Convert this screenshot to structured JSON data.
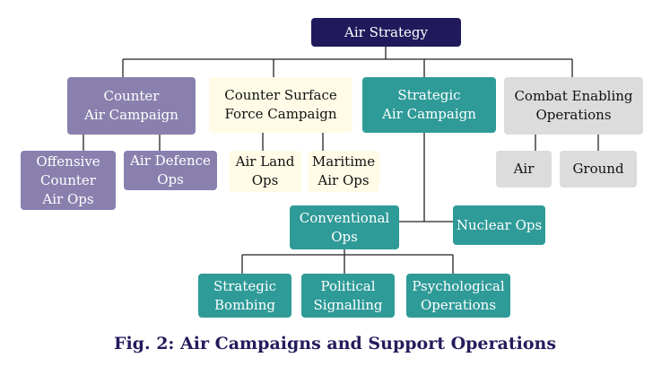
{
  "caption": "Fig. 2: Air Campaigns and Support Operations",
  "nodes": {
    "air_strategy": "Air Strategy",
    "counter_air": "Counter\nAir Campaign",
    "counter_surface": "Counter Surface\nForce Campaign",
    "strategic_air": "Strategic\nAir Campaign",
    "combat_enabling": "Combat Enabling\nOperations",
    "offensive_counter": "Offensive\nCounter\nAir Ops",
    "air_defence": "Air Defence\nOps",
    "air_land": "Air Land\nOps",
    "maritime_air": "Maritime\nAir Ops",
    "air": "Air",
    "ground": "Ground",
    "conventional": "Conventional\nOps",
    "nuclear": "Nuclear Ops",
    "strategic_bombing": "Strategic\nBombing",
    "political_signalling": "Political\nSignalling",
    "psychological": "Psychological\nOperations"
  },
  "colors": {
    "navy": "#201a5c",
    "purple": "#8a80ae",
    "cream": "#fffbe6",
    "teal": "#2f9b98",
    "grey": "#dcdcdc",
    "connector": "#222222"
  }
}
